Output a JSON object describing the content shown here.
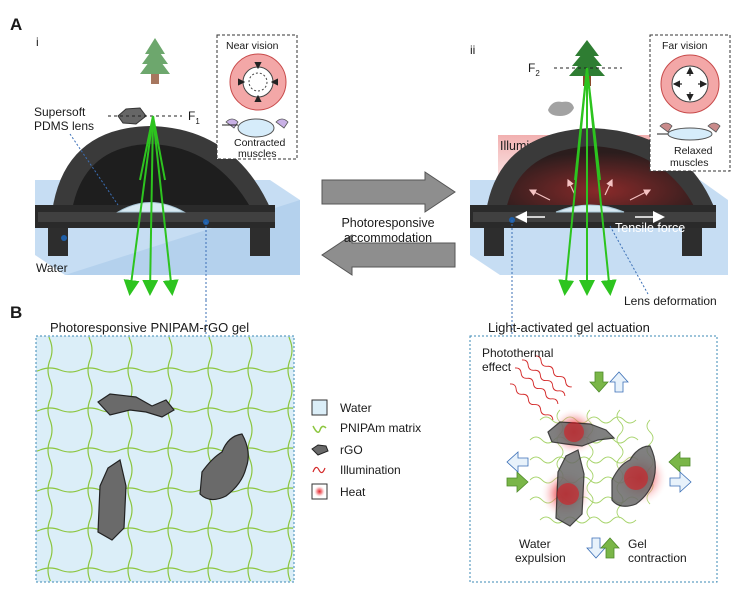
{
  "panel_a": {
    "label": "A",
    "left": {
      "sub": "i",
      "focus": "F",
      "focus_sub": "1",
      "lens_label_1": "Supersoft",
      "lens_label_2": "PDMS lens",
      "water": "Water",
      "inset_title": "Near vision",
      "inset_label_1": "Contracted",
      "inset_label_2": "muscles"
    },
    "right": {
      "sub": "ii",
      "focus": "F",
      "focus_sub": "2",
      "illumination": "Illumination",
      "tensile": "Tensile force",
      "deformation": "Lens deformation",
      "inset_title": "Far vision",
      "inset_label_1": "Relaxed",
      "inset_label_2": "muscles"
    },
    "center": {
      "line1": "Photoresponsive",
      "line2": "accommodation"
    }
  },
  "panel_b": {
    "label": "B",
    "left_title": "Photoresponsive PNIPAM-rGO gel",
    "right_title": "Light-activated gel actuation",
    "photothermal_1": "Photothermal",
    "photothermal_2": "effect",
    "water_expulsion_1": "Water",
    "water_expulsion_2": "expulsion",
    "gel_contraction_1": "Gel",
    "gel_contraction_2": "contraction"
  },
  "legend": [
    {
      "label": "Water",
      "icon": "water-square-icon"
    },
    {
      "label": "PNIPAm matrix",
      "icon": "pnipam-icon"
    },
    {
      "label": "rGO",
      "icon": "rgo-flake-icon"
    },
    {
      "label": "Illumination",
      "icon": "illumination-wave-icon"
    },
    {
      "label": "Heat",
      "icon": "heat-icon"
    }
  ],
  "colors": {
    "water": "#d6ebf8",
    "beam": "#2dc41f",
    "lens_frame": "#3e3e3e",
    "heat": "#e0141c",
    "illumination": "#f3b4b4",
    "gel_line": "#8cc63f"
  }
}
